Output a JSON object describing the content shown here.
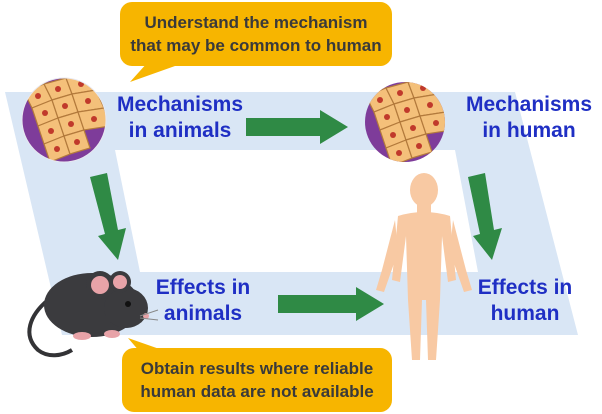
{
  "callouts": {
    "top": "Understand the mechanism\nthat may be common to human",
    "bottom": "Obtain results where reliable\nhuman data are not available"
  },
  "nodes": {
    "mechanisms_animals": "Mechanisms\nin animals",
    "mechanisms_human": "Mechanisms\nin human",
    "effects_animals": "Effects in\nanimals",
    "effects_human": "Effects in\nhuman"
  },
  "colors": {
    "band": "#d9e6f5",
    "callout_fill": "#f7b500",
    "arrow": "#2f8a45",
    "label": "#1f2fc4",
    "skin": "#f8c9a3",
    "mouse": "#3b3b3e",
    "cell_fill": "#f4c07a",
    "cell_border": "#7e3c9a"
  },
  "icons": [
    "cell-tissue-icon",
    "mouse-icon",
    "human-body-icon"
  ]
}
